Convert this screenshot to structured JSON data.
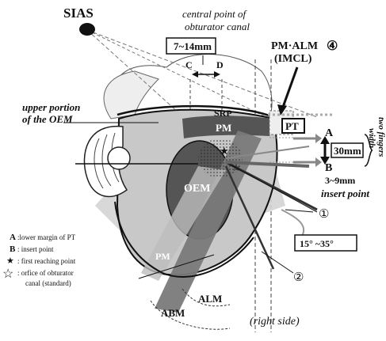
{
  "labels": {
    "sias": "SIAS",
    "central_point_line1": "central point of",
    "central_point_line2": "obturator canal",
    "range_box": "7~14mm",
    "c": "C",
    "d": "D",
    "pm_alm": "PM·ALM",
    "circle4": "④",
    "imcl": "(IMCL)",
    "upper_portion_line1": "upper portion",
    "upper_portion_line2": "of the OEM",
    "srp": "SRP",
    "pm_top": "PM",
    "pt": "PT",
    "a": "A",
    "b": "B",
    "dist_30": "30mm",
    "two_fingers_line1": "two fingers",
    "two_fingers_line2": "width",
    "range_3_9": "3~9mm",
    "insert_point": "insert point",
    "oem": "OEM",
    "circle1": "①",
    "angle_box": "15°  ~35°",
    "pm_bottom": "PM",
    "circle2": "②",
    "alm": "ALM",
    "abm": "ABM",
    "right_side": "(right side)"
  },
  "legend": [
    {
      "symbol": "A",
      "text": ":lower margin of PT"
    },
    {
      "symbol": "B",
      "text": ": insert point"
    },
    {
      "symbol": "★",
      "text": ": first reaching point"
    },
    {
      "symbol": "☆",
      "text": ": orfice of obturator"
    },
    {
      "symbol": "",
      "text": "canal (standard)"
    }
  ]
}
